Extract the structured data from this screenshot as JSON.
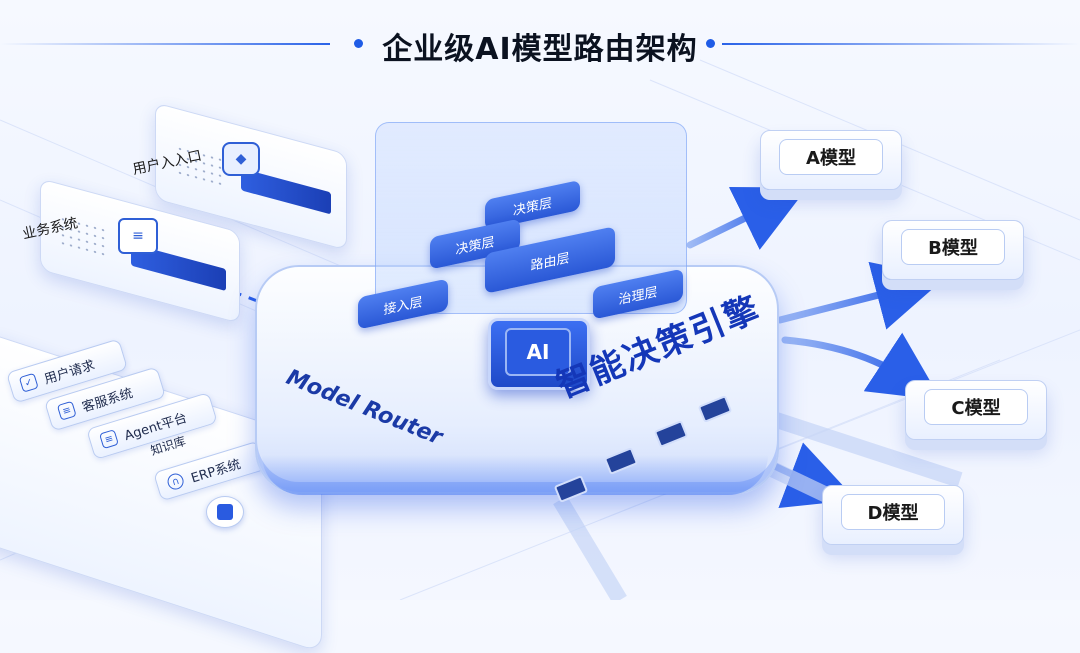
{
  "title": "企业级AI模型路由架构",
  "inputs": {
    "user_entry": "用户入入口",
    "business_system": "业务系统"
  },
  "sources": [
    {
      "label": "用户请求",
      "icon": "check-icon"
    },
    {
      "label": "客服系统",
      "icon": "list-icon"
    },
    {
      "label": "Agent平台",
      "icon": "list-icon"
    },
    {
      "label": "知识库",
      "icon": ""
    },
    {
      "label": "ERP系统",
      "icon": "headset-icon"
    }
  ],
  "engine": {
    "name_en": "Model Router",
    "name_cn": "智能决策引擎",
    "chip_label": "AI",
    "layers": {
      "top": "决策层",
      "decision": "决策层",
      "routing": "路由层",
      "access": "接入层",
      "governance": "治理层"
    }
  },
  "models": [
    "A模型",
    "B模型",
    "C模型",
    "D模型"
  ],
  "colors": {
    "accent": "#1f5ce6",
    "dark_blue": "#1437b8",
    "panel_bg": "#eef4ff"
  }
}
